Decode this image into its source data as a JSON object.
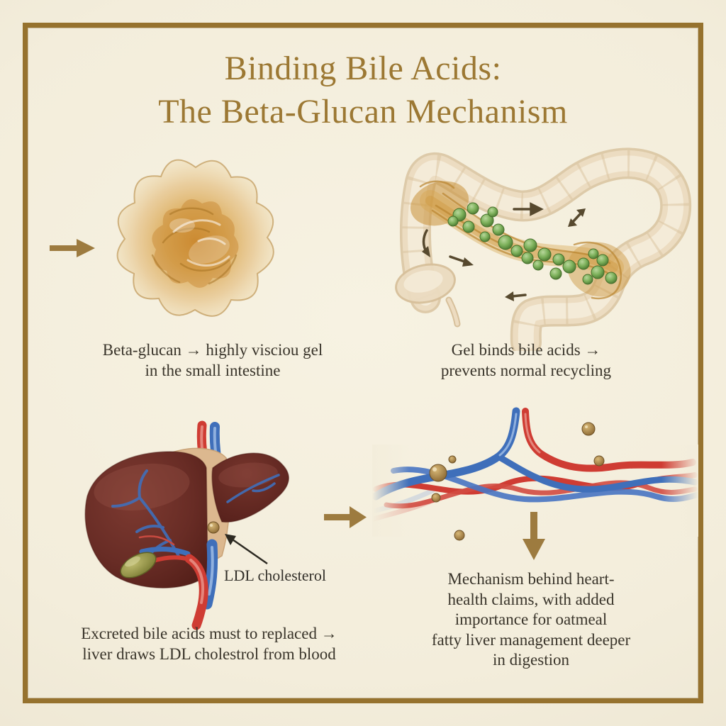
{
  "title": {
    "line1": "Binding Bile Acids:",
    "line2": "The Beta-Glucan Mechanism"
  },
  "sections": {
    "gel": {
      "caption_lines": [
        "Beta-glucan → highly visciou gel",
        "in the small intestine"
      ]
    },
    "intestine": {
      "caption_lines": [
        "Gel binds bile acids →",
        "prevents normal recycling"
      ]
    },
    "liver": {
      "annotation_label": "LDL cholesterol",
      "caption_lines": [
        "Excreted bile acids must to replaced →",
        "liver draws LDL cholestrol from blood"
      ]
    },
    "bloodstream": {
      "caption_lines": [
        "Mechanism behind heart-",
        "health claims, with added",
        "importance for oatmeal",
        "fatty liver management deeper",
        "in digestion"
      ]
    }
  },
  "icons": [
    "right-arrow-icon",
    "right-arrow-icon",
    "down-arrow-icon",
    "annotation-arrow-icon",
    "flow-arrow-icons"
  ],
  "colors": {
    "background": "#f3eddb",
    "frame_gold": "#96722e",
    "title_gold": "#9c7833",
    "caption_text": "#39342a",
    "arrow_gold": "#9d7b3f",
    "annotation_arrow": "#2d2a22",
    "gel_amber": "#d4a149",
    "intestine_wall": "#e9d8bb",
    "bile_acid_green": "#71a350",
    "liver_maroon": "#682c25",
    "artery_red": "#cf3c33",
    "vein_blue": "#3f6fba",
    "ldl_particle_tan": "#b08c4f"
  }
}
